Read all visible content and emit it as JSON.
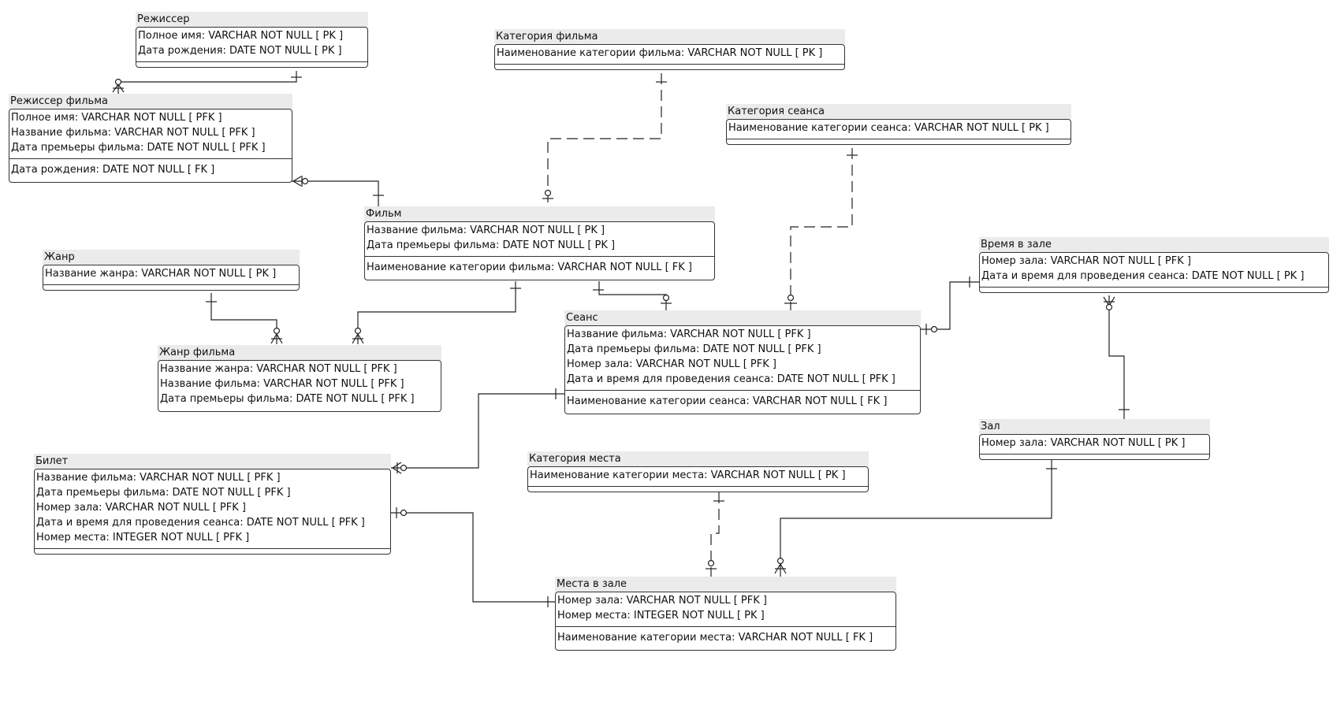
{
  "entities": [
    {
      "id": "director",
      "title": "Режиссер",
      "pk": [
        "Полное имя: VARCHAR   NOT NULL  [ PK ]",
        "Дата рождения: DATE   NOT NULL  [ PK ]"
      ],
      "fk": []
    },
    {
      "id": "film_director",
      "title": "Режиссер фильма",
      "pk": [
        "Полное имя: VARCHAR   NOT NULL  [ PFK ]",
        "Название фильма: VARCHAR   NOT NULL  [ PFK ]",
        "Дата премьеры фильма: DATE   NOT NULL  [ PFK ]"
      ],
      "fk": [
        "Дата рождения: DATE   NOT NULL  [ FK ]"
      ]
    },
    {
      "id": "film_category",
      "title": "Категория фильма",
      "pk": [
        "Наименование категории фильма: VARCHAR   NOT NULL  [ PK ]"
      ],
      "fk": []
    },
    {
      "id": "session_category",
      "title": "Категория сеанса",
      "pk": [
        "Наименование категории сеанса: VARCHAR   NOT NULL  [ PK ]"
      ],
      "fk": []
    },
    {
      "id": "film",
      "title": "Фильм",
      "pk": [
        "Название фильма: VARCHAR   NOT NULL  [ PK ]",
        "Дата премьеры фильма: DATE   NOT NULL  [ PK ]"
      ],
      "fk": [
        "Наименование категории фильма: VARCHAR   NOT NULL  [ FK ]"
      ]
    },
    {
      "id": "genre",
      "title": "Жанр",
      "pk": [
        "Название жанра: VARCHAR   NOT NULL  [ PK ]"
      ],
      "fk": []
    },
    {
      "id": "hall_time",
      "title": "Время в зале",
      "pk": [
        "Номер зала: VARCHAR   NOT NULL  [ PFK ]",
        "Дата и время для проведения сеанса: DATE   NOT NULL  [ PK ]"
      ],
      "fk": []
    },
    {
      "id": "session",
      "title": "Сеанс",
      "pk": [
        "Название фильма: VARCHAR   NOT NULL  [ PFK ]",
        "Дата премьеры фильма: DATE   NOT NULL  [ PFK ]",
        "Номер зала: VARCHAR   NOT NULL  [ PFK ]",
        "Дата и время для проведения сеанса: DATE   NOT NULL  [ PFK ]"
      ],
      "fk": [
        "Наименование категории сеанса: VARCHAR   NOT NULL  [ FK ]"
      ]
    },
    {
      "id": "film_genre",
      "title": "Жанр фильма",
      "pk": [
        "Название жанра: VARCHAR   NOT NULL  [ PFK ]",
        "Название фильма: VARCHAR   NOT NULL  [ PFK ]",
        "Дата премьеры фильма: DATE   NOT NULL  [ PFK ]"
      ],
      "fk": []
    },
    {
      "id": "hall",
      "title": "Зал",
      "pk": [
        "Номер зала: VARCHAR   NOT NULL  [ PK ]"
      ],
      "fk": []
    },
    {
      "id": "ticket",
      "title": "Билет",
      "pk": [
        "Название фильма: VARCHAR   NOT NULL  [ PFK ]",
        "Дата премьеры фильма: DATE   NOT NULL  [ PFK ]",
        "Номер зала: VARCHAR   NOT NULL  [ PFK ]",
        "Дата и время для проведения сеанса: DATE   NOT NULL  [ PFK ]",
        "Номер места: INTEGER   NOT NULL  [ PFK ]"
      ],
      "fk": []
    },
    {
      "id": "seat_category",
      "title": "Категория места",
      "pk": [
        "Наименование категории места: VARCHAR   NOT NULL  [ PK ]"
      ],
      "fk": []
    },
    {
      "id": "hall_seats",
      "title": "Места в зале",
      "pk": [
        "Номер зала: VARCHAR   NOT NULL  [ PFK ]",
        "Номер места: INTEGER   NOT NULL  [ PK ]"
      ],
      "fk": [
        "Наименование категории места: VARCHAR   NOT NULL  [ FK ]"
      ]
    }
  ],
  "relationships": [
    {
      "from": "director",
      "to": "film_director",
      "identifying": true
    },
    {
      "from": "film",
      "to": "film_director",
      "identifying": true
    },
    {
      "from": "film_category",
      "to": "film",
      "identifying": false
    },
    {
      "from": "session_category",
      "to": "session",
      "identifying": false
    },
    {
      "from": "genre",
      "to": "film_genre",
      "identifying": true
    },
    {
      "from": "film",
      "to": "film_genre",
      "identifying": true
    },
    {
      "from": "film",
      "to": "session",
      "identifying": true
    },
    {
      "from": "hall_time",
      "to": "session",
      "identifying": true
    },
    {
      "from": "hall",
      "to": "hall_time",
      "identifying": true
    },
    {
      "from": "session",
      "to": "ticket",
      "identifying": true
    },
    {
      "from": "hall_seats",
      "to": "ticket",
      "identifying": true
    },
    {
      "from": "seat_category",
      "to": "hall_seats",
      "identifying": false
    },
    {
      "from": "hall",
      "to": "hall_seats",
      "identifying": true
    }
  ]
}
